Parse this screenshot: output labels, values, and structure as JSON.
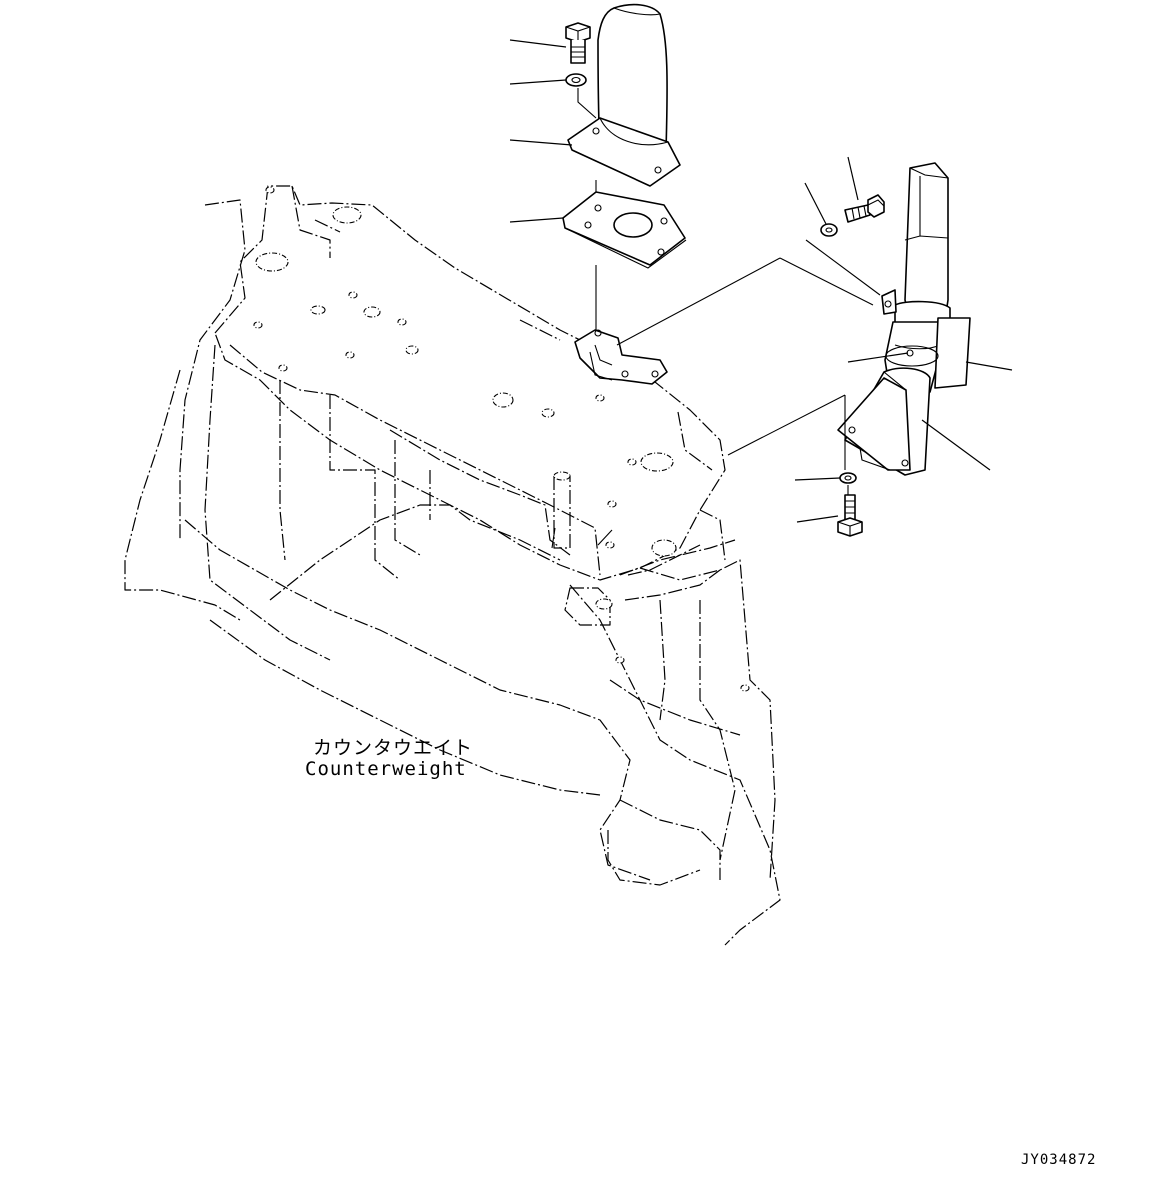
{
  "counterweight_label_jp": "カウンタウエイト",
  "counterweight_label_en": "Counterweight",
  "drawing_code": "JY034872"
}
